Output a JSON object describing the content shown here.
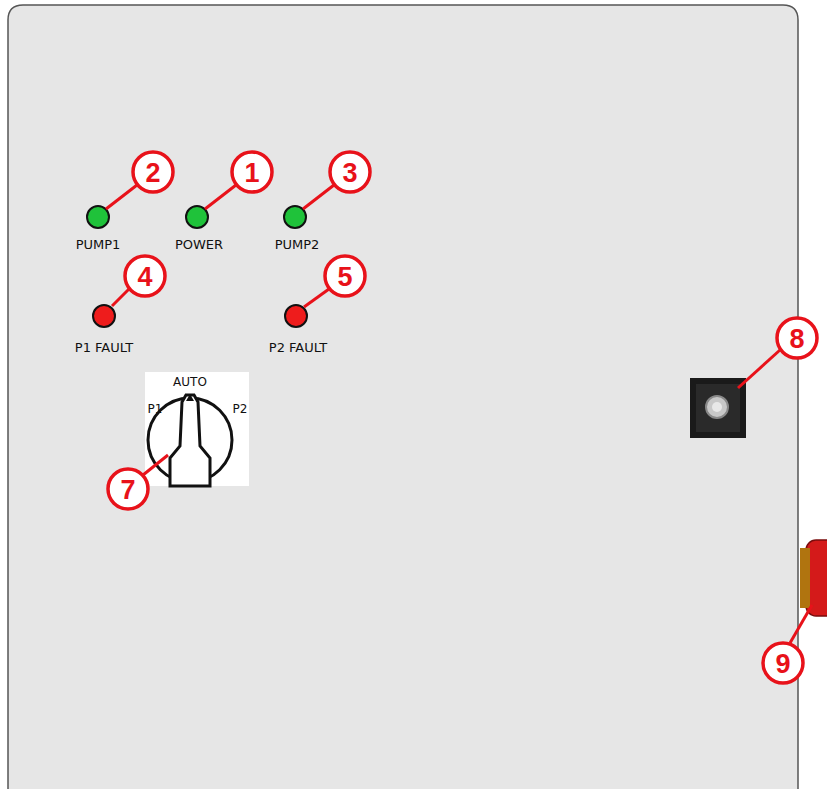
{
  "diagram": {
    "labels": [
      "2",
      "1",
      "3",
      "PUMP1",
      "POWER",
      "PUMP2",
      "4",
      "5",
      "P1 FAULT",
      "P2 FAULT",
      "AUTO",
      "P1",
      "P2",
      "8",
      "7",
      "9"
    ]
  }
}
